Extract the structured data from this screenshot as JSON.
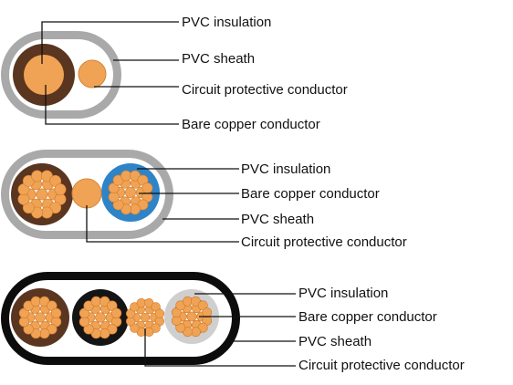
{
  "colors": {
    "grey_sheath": "#a9a9a9",
    "black_sheath": "#0c0c0c",
    "brown_insulation": "#5a3520",
    "blue_insulation": "#2e84c6",
    "grey_insulation": "#cfcfcf",
    "black_insulation": "#151515",
    "copper": "#f0a354",
    "copper_dark": "#cf7a2c",
    "leader_line": "#111111"
  },
  "cables": [
    {
      "labels": {
        "pvc_insulation": "PVC insulation",
        "pvc_sheath": "PVC sheath",
        "cpc": "Circuit protective conductor",
        "bare_copper": "Bare copper conductor"
      }
    },
    {
      "labels": {
        "pvc_insulation": "PVC insulation",
        "bare_copper": "Bare copper conductor",
        "pvc_sheath": "PVC sheath",
        "cpc": "Circuit protective conductor"
      }
    },
    {
      "labels": {
        "pvc_insulation": "PVC insulation",
        "bare_copper": "Bare copper conductor",
        "pvc_sheath": "PVC sheath",
        "cpc": "Circuit protective conductor"
      }
    }
  ]
}
